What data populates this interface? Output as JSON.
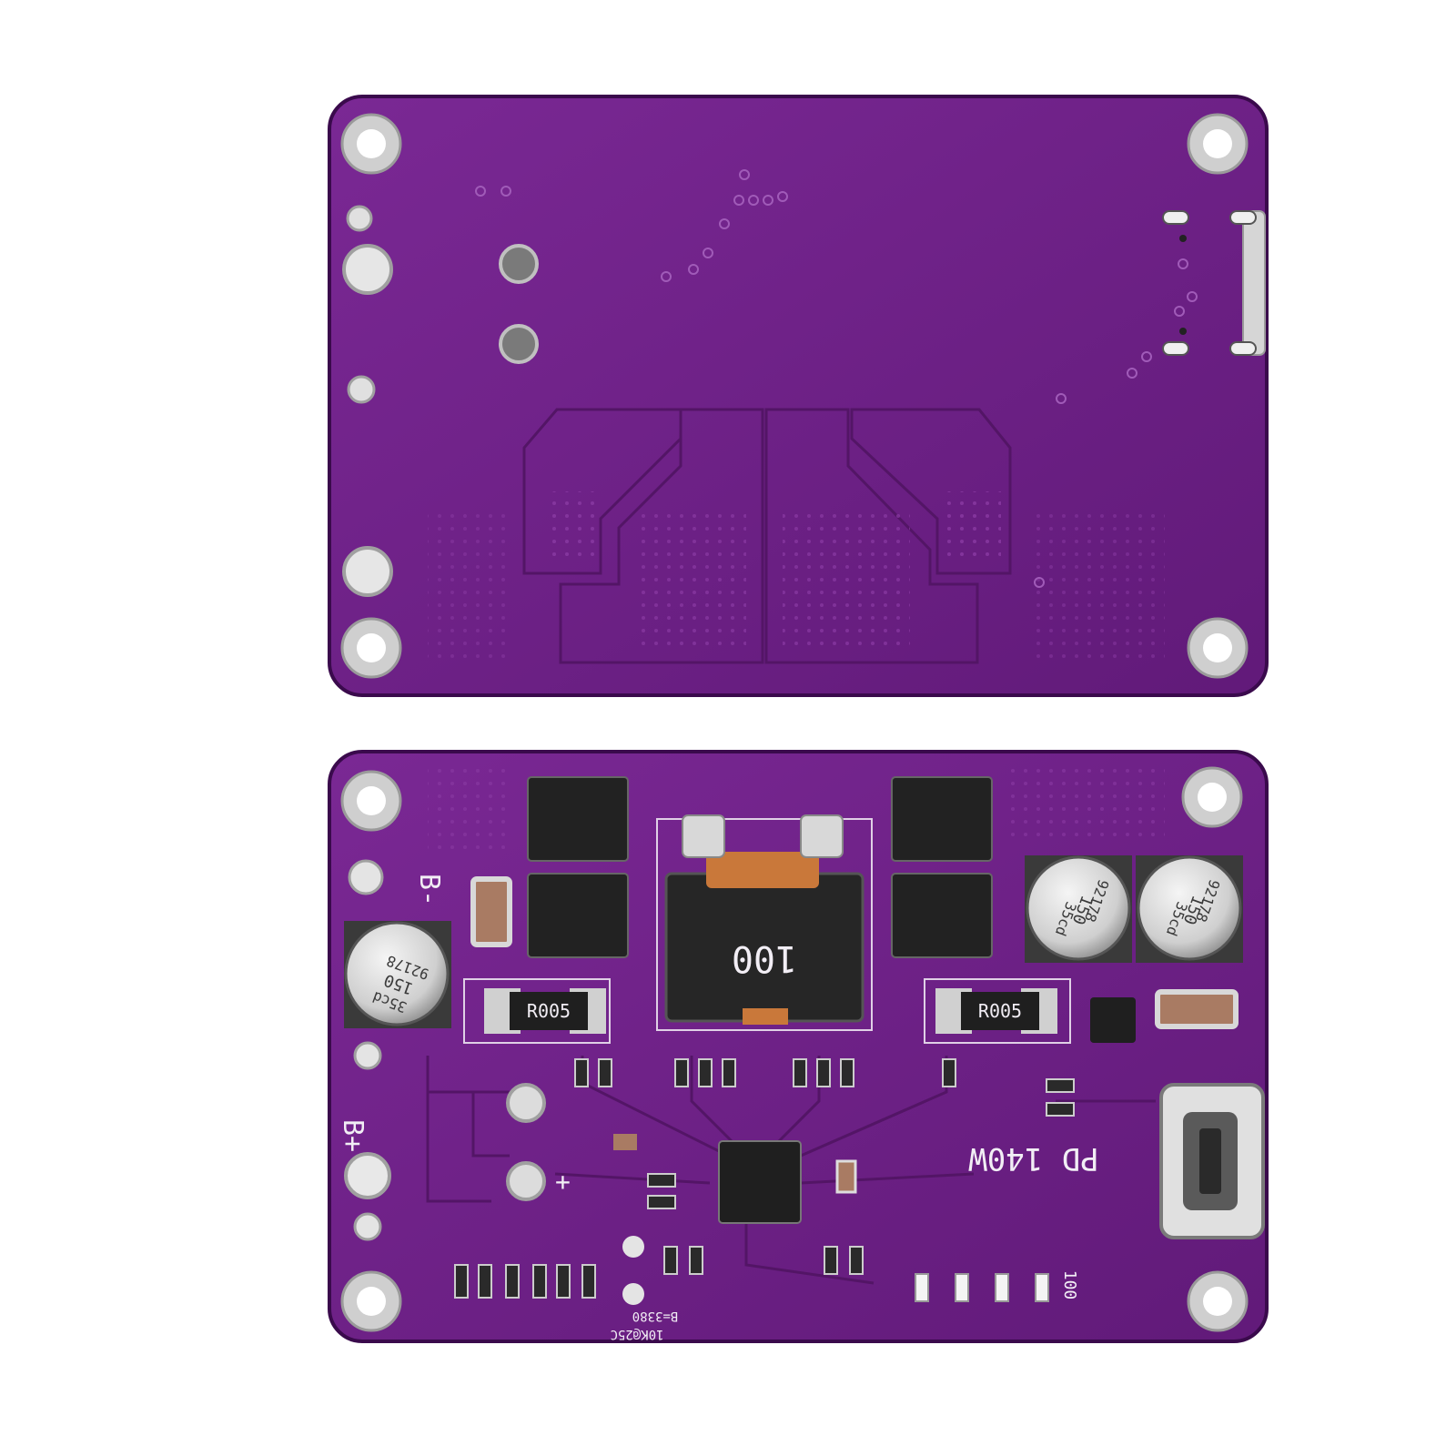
{
  "colors": {
    "background": "#ffffff",
    "board": "#6e1f87",
    "board_dark": "#4e0f63",
    "board_edge": "#3a0a4c",
    "pad": "#cfcfcf",
    "chip": "#1f1f1f",
    "silkscreen": "#f2eef5",
    "copper": "#c9783a"
  },
  "board_bottom": {
    "name": "pcb-bottom-side"
  },
  "board_top": {
    "name": "pcb-top-side",
    "silkscreen": {
      "battery_negative": "B-",
      "battery_positive": "B+",
      "plus": "+",
      "power_rating": "PD 140W",
      "thermistor_note_1": "10K@25C",
      "thermistor_note_2": "B=3380",
      "led_label": "100"
    },
    "inductor_marking": "100",
    "shunt_resistor_left": "R005",
    "shunt_resistor_right": "R005",
    "capacitor_marking": {
      "line1": "92178",
      "line2": "150",
      "line3": "35cd"
    },
    "connector": "usb-c-port"
  }
}
